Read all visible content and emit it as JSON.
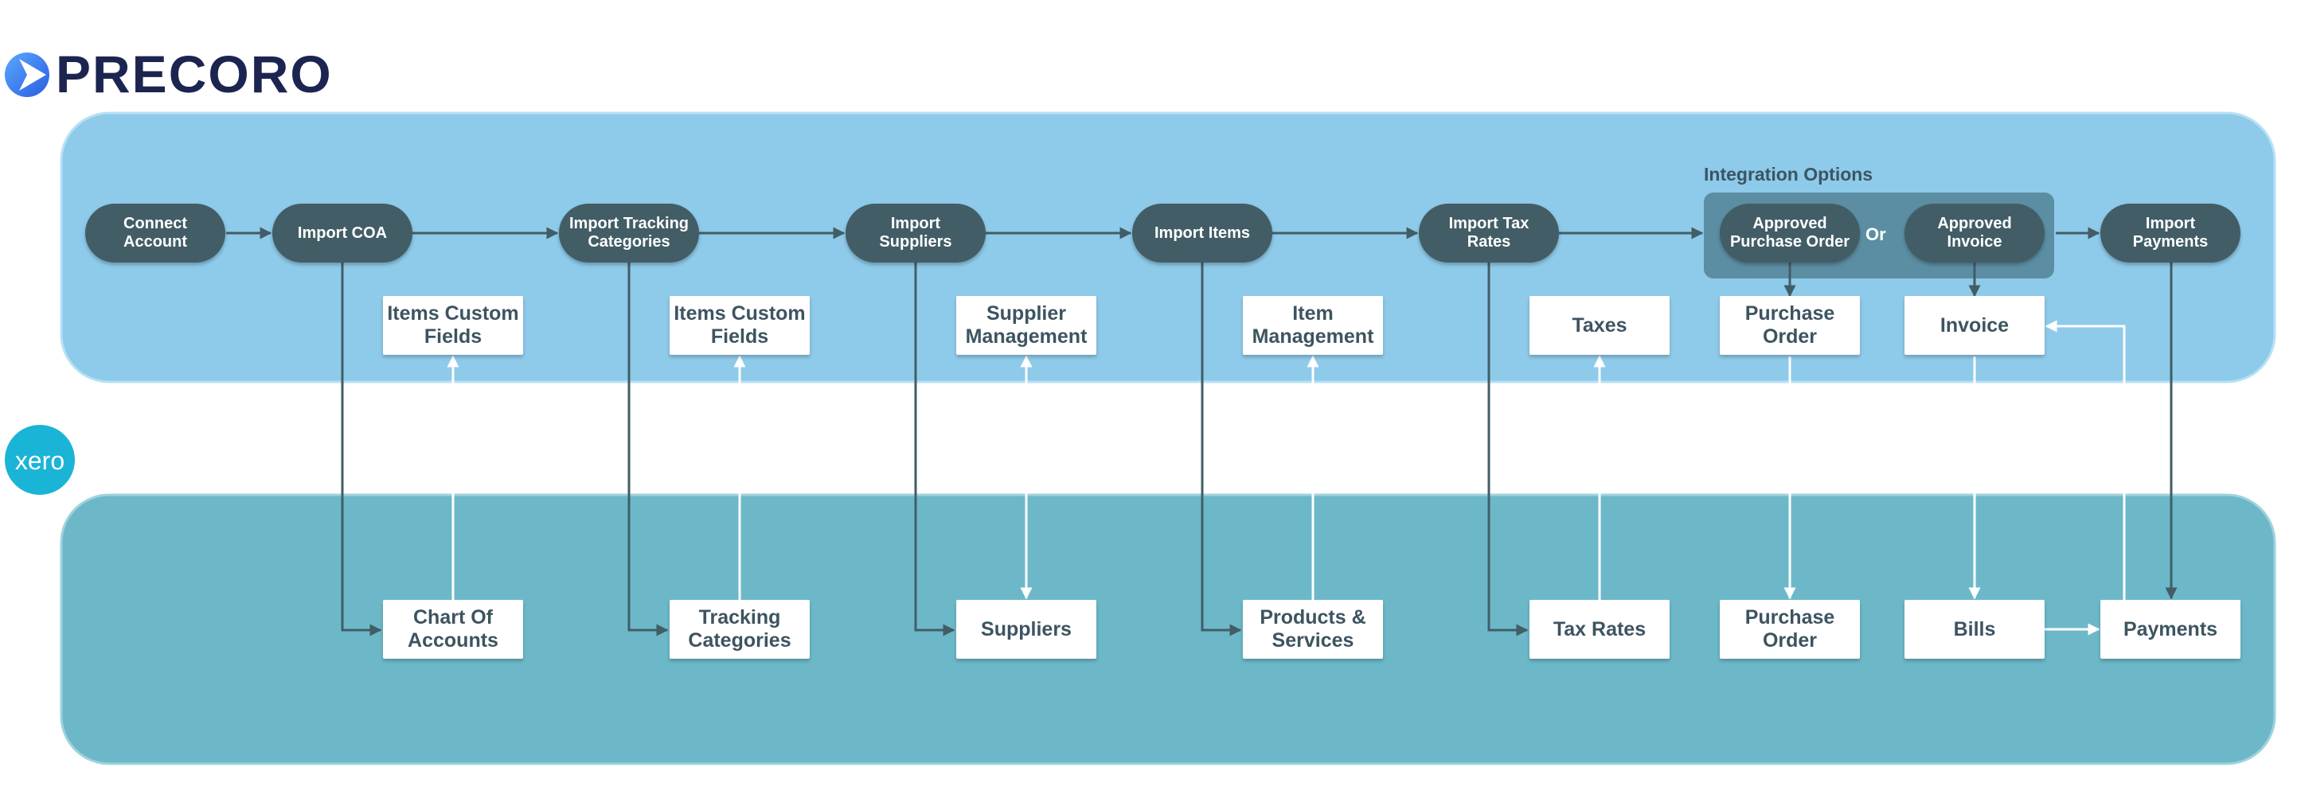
{
  "brand": {
    "precoro_text": "PRECORO",
    "precoro_color": "#1c2450",
    "xero_text": "xero",
    "xero_color": "#1ab4d7"
  },
  "colors": {
    "precoro_band": "#8ecae9",
    "xero_band": "#6cb8c8",
    "pill": "#425d66",
    "options_group": "#5b8ea3",
    "box_text": "#3d5460",
    "connector_dark": "#425d66",
    "connector_light": "#ffffff"
  },
  "integration_options": {
    "label": "Integration Options",
    "or_label": "Or"
  },
  "steps": [
    {
      "id": "connect",
      "label": "Connect\nAccount"
    },
    {
      "id": "coa",
      "label": "Import COA"
    },
    {
      "id": "tracking",
      "label": "Import Tracking\nCategories"
    },
    {
      "id": "suppliers",
      "label": "Import\nSuppliers"
    },
    {
      "id": "items",
      "label": "Import Items"
    },
    {
      "id": "tax",
      "label": "Import Tax\nRates"
    },
    {
      "id": "approved_po",
      "label": "Approved\nPurchase Order"
    },
    {
      "id": "approved_invoice",
      "label": "Approved\nInvoice"
    },
    {
      "id": "payments",
      "label": "Import\nPayments"
    }
  ],
  "precoro_modules": [
    {
      "id": "custom_fields_1",
      "label": "Items Custom\nFields"
    },
    {
      "id": "custom_fields_2",
      "label": "Items Custom\nFields"
    },
    {
      "id": "supplier_mgmt",
      "label": "Supplier\nManagement"
    },
    {
      "id": "item_mgmt",
      "label": "Item\nManagement"
    },
    {
      "id": "taxes",
      "label": "Taxes"
    },
    {
      "id": "purchase_order",
      "label": "Purchase\nOrder"
    },
    {
      "id": "invoice",
      "label": "Invoice"
    }
  ],
  "xero_objects": [
    {
      "id": "chart_of_accounts",
      "label": "Chart Of\nAccounts"
    },
    {
      "id": "tracking_categories",
      "label": "Tracking\nCategories"
    },
    {
      "id": "suppliers",
      "label": "Suppliers"
    },
    {
      "id": "products_services",
      "label": "Products &\nServices"
    },
    {
      "id": "tax_rates",
      "label": "Tax Rates"
    },
    {
      "id": "xero_purchase_order",
      "label": "Purchase\nOrder"
    },
    {
      "id": "bills",
      "label": "Bills"
    },
    {
      "id": "payments",
      "label": "Payments"
    }
  ],
  "edges": [
    {
      "from": "connect",
      "to": "coa"
    },
    {
      "from": "coa",
      "to": "tracking"
    },
    {
      "from": "tracking",
      "to": "suppliers"
    },
    {
      "from": "suppliers",
      "to": "items"
    },
    {
      "from": "items",
      "to": "tax"
    },
    {
      "from": "tax",
      "to": "integration_options"
    },
    {
      "from": "integration_options",
      "to": "payments"
    },
    {
      "from": "coa",
      "to": "chart_of_accounts"
    },
    {
      "from": "tracking",
      "to": "tracking_categories"
    },
    {
      "from": "suppliers",
      "to": "suppliers"
    },
    {
      "from": "items",
      "to": "products_services"
    },
    {
      "from": "tax",
      "to": "tax_rates"
    },
    {
      "from": "chart_of_accounts",
      "to": "custom_fields_1"
    },
    {
      "from": "tracking_categories",
      "to": "custom_fields_2"
    },
    {
      "from": "suppliers",
      "to": "supplier_mgmt"
    },
    {
      "from": "products_services",
      "to": "item_mgmt"
    },
    {
      "from": "tax_rates",
      "to": "taxes"
    },
    {
      "from": "approved_po",
      "to": "purchase_order"
    },
    {
      "from": "approved_invoice",
      "to": "invoice"
    },
    {
      "from": "purchase_order",
      "to": "xero_purchase_order"
    },
    {
      "from": "invoice",
      "to": "bills"
    },
    {
      "from": "bills",
      "to": "payments"
    },
    {
      "from": "payments",
      "to": "invoice"
    },
    {
      "from": "payments",
      "to": "payments"
    }
  ]
}
